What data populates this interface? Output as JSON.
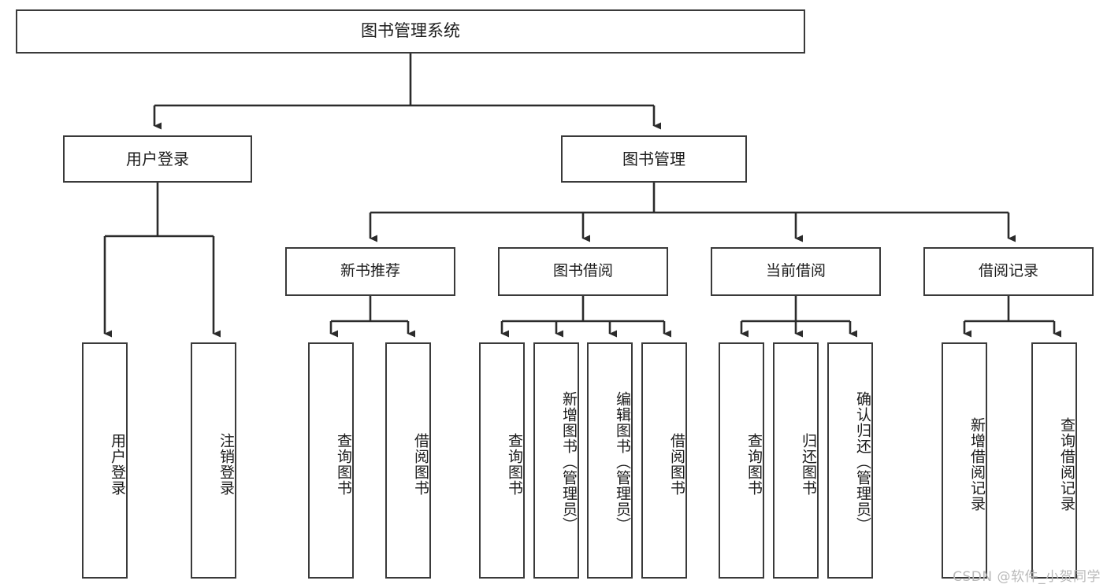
{
  "diagram": {
    "title": "图书管理系统",
    "type": "tree-hierarchy",
    "root": {
      "label": "图书管理系统"
    },
    "level1": [
      {
        "label": "用户登录"
      },
      {
        "label": "图书管理"
      }
    ],
    "level2": [
      {
        "label": "新书推荐"
      },
      {
        "label": "图书借阅"
      },
      {
        "label": "当前借阅"
      },
      {
        "label": "借阅记录"
      }
    ],
    "leaves": {
      "user_login": [
        {
          "label": "用户登录"
        },
        {
          "label": "注销登录"
        }
      ],
      "new_book_recommend": [
        {
          "label": "查询图书"
        },
        {
          "label": "借阅图书"
        }
      ],
      "book_borrow": [
        {
          "label": "查询图书"
        },
        {
          "label": "新增图书（管理员）"
        },
        {
          "label": "编辑图书（管理员）"
        },
        {
          "label": "借阅图书"
        }
      ],
      "current_borrow": [
        {
          "label": "查询图书"
        },
        {
          "label": "归还图书"
        },
        {
          "label": "确认归还（管理员）"
        }
      ],
      "borrow_record": [
        {
          "label": "新增借阅记录"
        },
        {
          "label": "查询借阅记录"
        }
      ]
    }
  },
  "watermark": {
    "text": "CSDN @软件_小贺同学"
  },
  "colors": {
    "box_border": "#3a3a3a",
    "box_fill": "#ffffff",
    "connector": "#2b2b2b",
    "text": "#1b1b1b",
    "watermark": "#b9b9b9"
  }
}
